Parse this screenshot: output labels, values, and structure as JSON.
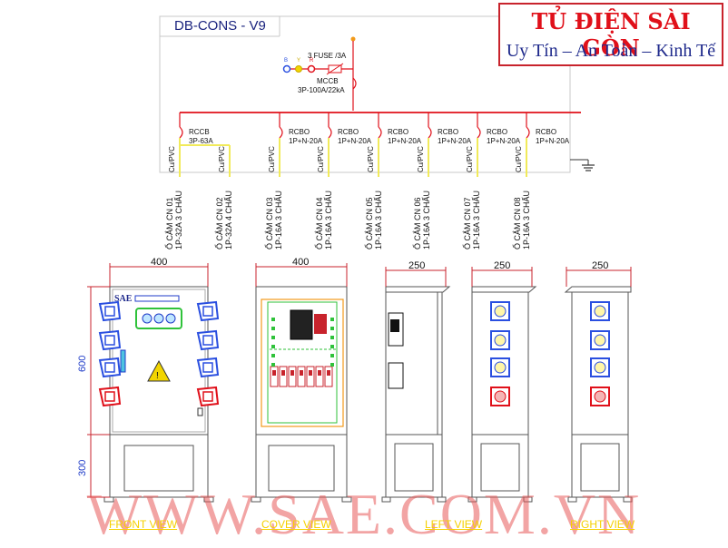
{
  "brand": {
    "title": "TỦ ĐIỆN SÀI GÒN",
    "slogan": "Uy Tín – An Toàn – Kinh Tế"
  },
  "panel": {
    "title": "DB-CONS - V9"
  },
  "main_feed": {
    "fuse_label": "3 FUSE /3A",
    "lamp_letters": [
      "B",
      "Y",
      "R"
    ],
    "mccb_label": "MCCB",
    "mccb_rating": "3P-100A/22kA"
  },
  "breakers": [
    {
      "type": "RCCB",
      "rating": "3P-63A"
    },
    {
      "type": "RCBO",
      "rating": "1P+N-20A"
    },
    {
      "type": "RCBO",
      "rating": "1P+N-20A"
    },
    {
      "type": "RCBO",
      "rating": "1P+N-20A"
    },
    {
      "type": "RCBO",
      "rating": "1P+N-20A"
    },
    {
      "type": "RCBO",
      "rating": "1P+N-20A"
    },
    {
      "type": "RCBO",
      "rating": "1P+N-20A"
    }
  ],
  "cable_label": "Cu/PVC",
  "outlets": [
    {
      "name": "Ổ CẮM CN  01",
      "spec": "1P-32A 3 CHẤU"
    },
    {
      "name": "Ổ CẮM CN  02",
      "spec": "1P-32A 4 CHẤU"
    },
    {
      "name": "Ổ CẮM CN  03",
      "spec": "1P-16A 3 CHẤU"
    },
    {
      "name": "Ổ CẮM CN  04",
      "spec": "1P-16A 3 CHẤU"
    },
    {
      "name": "Ổ CẮM CN  05",
      "spec": "1P-16A 3 CHẤU"
    },
    {
      "name": "Ổ CẮM CN  06",
      "spec": "1P-16A 3 CHẤU"
    },
    {
      "name": "Ổ CẮM CN  07",
      "spec": "1P-16A 3 CHẤU"
    },
    {
      "name": "Ổ CẮM CN  08",
      "spec": "1P-16A 3 CHẤU"
    }
  ],
  "dimensions": {
    "front_width": "400",
    "cover_width": "400",
    "left_width": "250",
    "side_width": "250",
    "right_width": "250",
    "height_body": "600",
    "height_base": "300"
  },
  "front_logo": "SAE",
  "views": {
    "front": "FRONT VIEW",
    "cover": "COVER VIEW",
    "left": "LEFT VIEW",
    "right": "RIGHT VIEW"
  },
  "watermark": "WWW.SAE.COM.VN",
  "colors": {
    "busbar": "#e0101a",
    "brand_red": "#e0101a",
    "brand_blue": "#1f2a8c",
    "socket_blue": "#2a4fe0",
    "socket_red": "#e0101a",
    "cable": "#f1ea5a",
    "drawing_line": "#333333",
    "warning": "#f2d500",
    "lamp_green": "#2fc23a"
  }
}
